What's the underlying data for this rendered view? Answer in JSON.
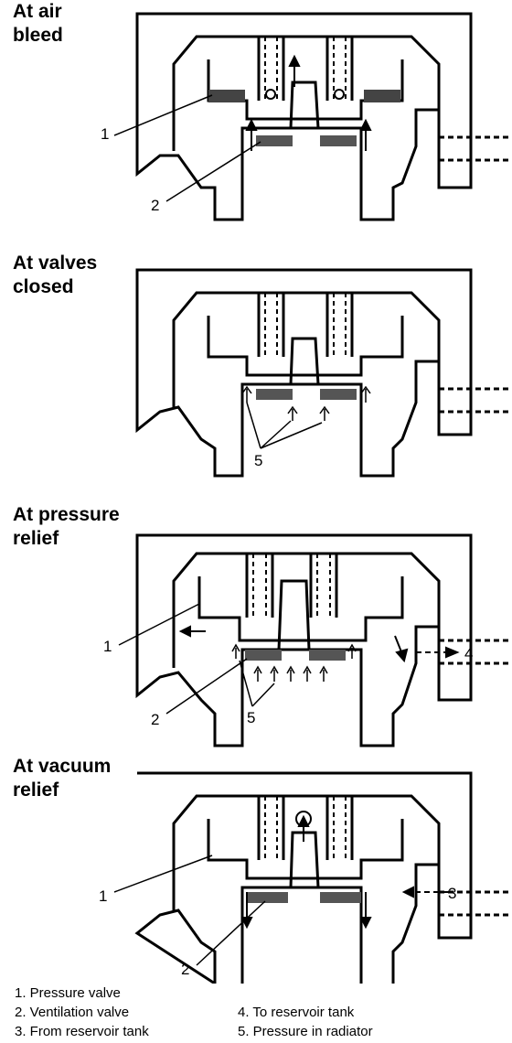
{
  "panels": [
    {
      "title_line1": "At air",
      "title_line2": "bleed",
      "callouts": [
        "1",
        "2"
      ]
    },
    {
      "title_line1": "At valves",
      "title_line2": "closed",
      "callouts": [
        "5"
      ]
    },
    {
      "title_line1": "At pressure",
      "title_line2": "relief",
      "callouts": [
        "1",
        "2",
        "5",
        "4"
      ]
    },
    {
      "title_line1": "At vacuum",
      "title_line2": "relief",
      "callouts": [
        "1",
        "2",
        "3"
      ]
    }
  ],
  "legend": [
    "1.  Pressure valve",
    "2.  Ventilation valve",
    "3.  From reservoir tank",
    "4.  To reservoir tank",
    "5.  Pressure in radiator"
  ]
}
